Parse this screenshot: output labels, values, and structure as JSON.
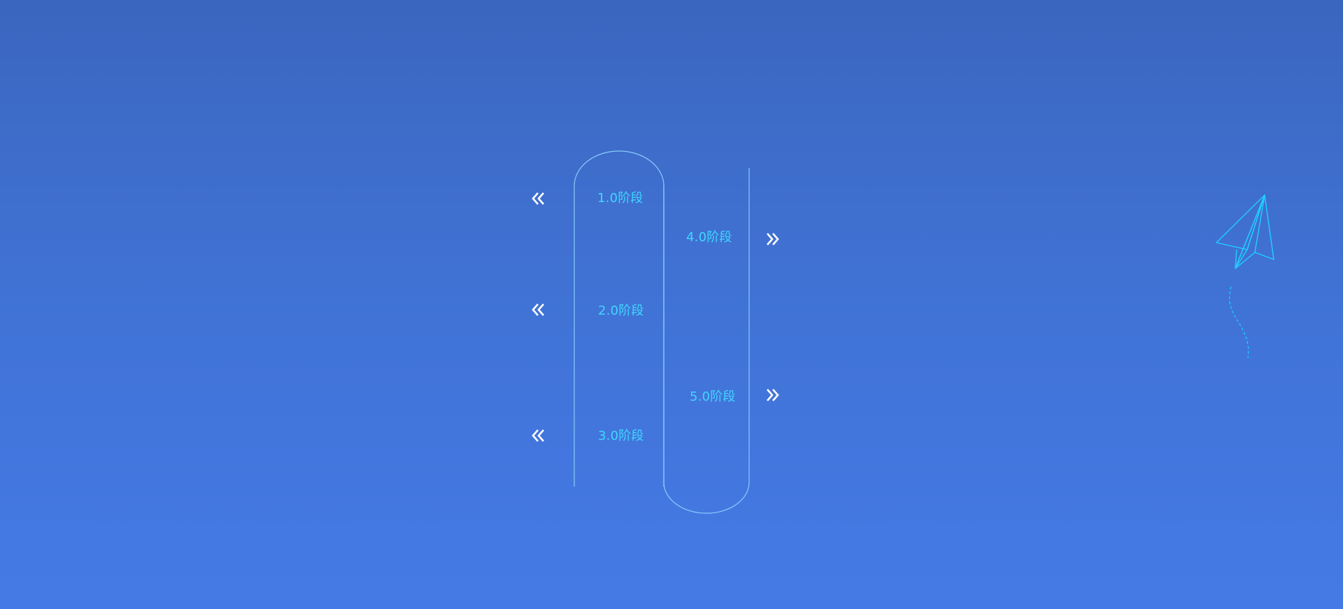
{
  "colors": {
    "background_top": "#3b66bf",
    "background_bottom": "#457ae6",
    "pipe_stroke": "#8fd6ff",
    "stage_text": "#40d6ff",
    "chevron": "#ffffff",
    "plane": "#1fd0ff"
  },
  "stages": [
    {
      "label": "1.0阶段",
      "icon": "double-chevron-left-icon"
    },
    {
      "label": "2.0阶段",
      "icon": "double-chevron-left-icon"
    },
    {
      "label": "3.0阶段",
      "icon": "double-chevron-left-icon"
    },
    {
      "label": "4.0阶段",
      "icon": "double-chevron-right-icon"
    },
    {
      "label": "5.0阶段",
      "icon": "double-chevron-right-icon"
    }
  ],
  "decorations": {
    "plane_icon": "paper-plane-icon",
    "trail": "dashed-trail"
  }
}
